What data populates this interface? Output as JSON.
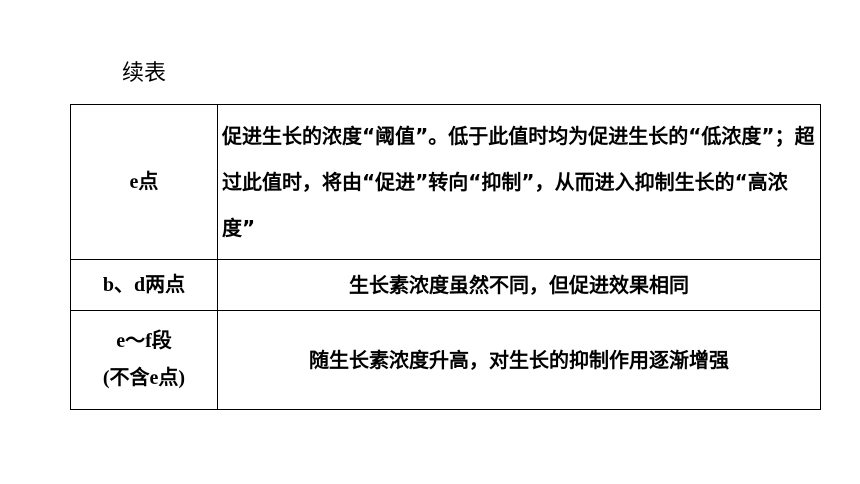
{
  "caption": "续表",
  "rows": [
    {
      "label": "e点",
      "text": "促进生长的浓度“阈值”。低于此值时均为促进生长的“低浓度”；超过此值时，将由“促进”转向“抑制”，从而进入抑制生长的“高浓度”"
    },
    {
      "label": "b、d两点",
      "text": "生长素浓度虽然不同，但促进效果相同"
    },
    {
      "label_line1": "e～f段",
      "label_line2": "(不含e点)",
      "text": "随生长素浓度升高，对生长的抑制作用逐渐增强"
    }
  ]
}
